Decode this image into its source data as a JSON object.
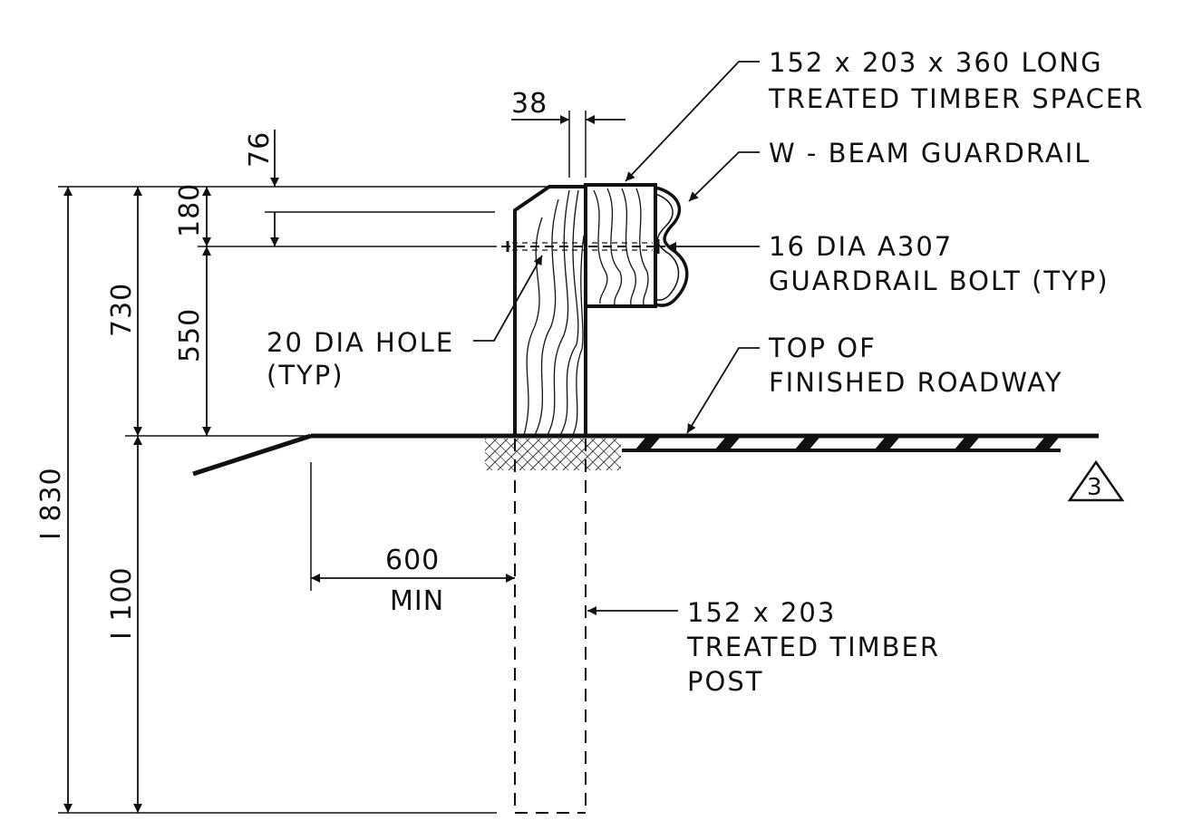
{
  "dimensions": {
    "d38": "38",
    "d76": "76",
    "d180": "180",
    "d730": "730",
    "d550": "550",
    "d1830": "I 830",
    "d1100": "I 100",
    "d600": "600",
    "d600_sub": "MIN"
  },
  "notes": {
    "spacer": [
      "152 x 203 x 360 LONG",
      "TREATED TIMBER SPACER"
    ],
    "guardrail": "W - BEAM GUARDRAIL",
    "bolt": [
      "16 DIA A307",
      "GUARDRAIL BOLT (TYP)"
    ],
    "hole": [
      "20 DIA HOLE",
      "(TYP)"
    ],
    "roadway": [
      "TOP OF",
      "FINISHED ROADWAY"
    ],
    "post": [
      "152 x 203",
      "TREATED TIMBER",
      "POST"
    ]
  },
  "reference_marker": "3"
}
